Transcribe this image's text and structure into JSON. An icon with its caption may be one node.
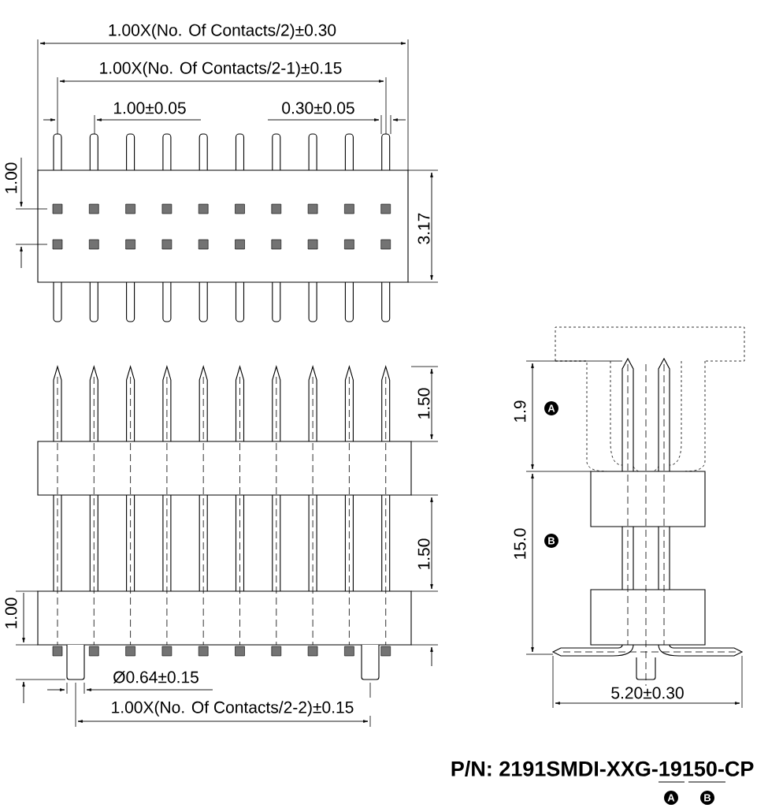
{
  "diagram": {
    "labels": [
      "1.00X(No. Of Contacts/2)±0.30",
      "1.00X(No. Of Contacts/2-1)±0.15",
      "1.00±0.05",
      "0.30±0.05",
      "1.00",
      "3.17",
      "1.50",
      "1.9",
      "A",
      "15.0",
      "B",
      "1.50",
      "1.00",
      "Ø0.64±0.15",
      "1.00X(No. Of Contacts/2-2)±0.15",
      "5.20±0.30",
      "P/N: 2191SMDI-XXG-19150-CP",
      "A",
      "B"
    ]
  }
}
